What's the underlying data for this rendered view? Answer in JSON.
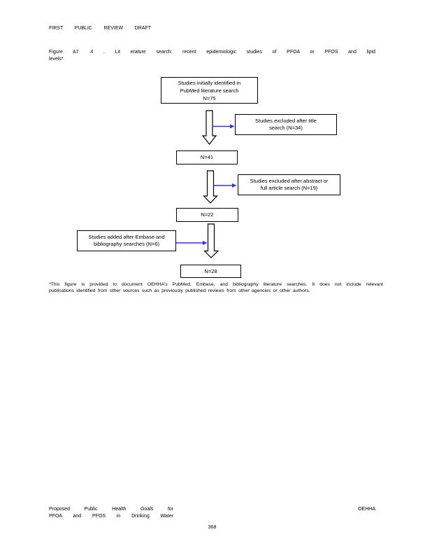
{
  "header": {
    "draft_label": "FIRST PUBLIC REVIEW DRAFT"
  },
  "caption": {
    "line1": "Figure A7 .4 . Lit erature search: recent epidemiologic studies of PFOA or PFOS and lipid",
    "line2": "levels*"
  },
  "flowchart": {
    "arrow_color": "#3333EE",
    "start_box": {
      "line1": "Studies initially identified in",
      "line2": "PubMed literature search",
      "line3": "N=75"
    },
    "excluded_title_box": {
      "line1": "Studies excluded after title",
      "line2": "search (N=34)"
    },
    "n41_box": "N=41",
    "excluded_abstract_box": {
      "line1": "Studies excluded after abstract or",
      "line2": "full article search (N=19)"
    },
    "n22_box": "N=22",
    "added_embase_box": {
      "line1": "Studies added after Embase and",
      "line2": "bibliography searches (N=6)"
    },
    "n28_box": "N=28"
  },
  "footnote": {
    "line1": "*This figure is provided to document OEHHA's PubMed, Embase, and bibliography literature searches. It does not include relevant",
    "line2": "publications identified from other sources such as previously published reviews from other agencies or other authors."
  },
  "footer": {
    "left_line1": "Proposed Public Health Goals for",
    "left_line2": "PFOA and PFOS in Drinking Water",
    "right": "OEHHA",
    "page_number": "368"
  }
}
